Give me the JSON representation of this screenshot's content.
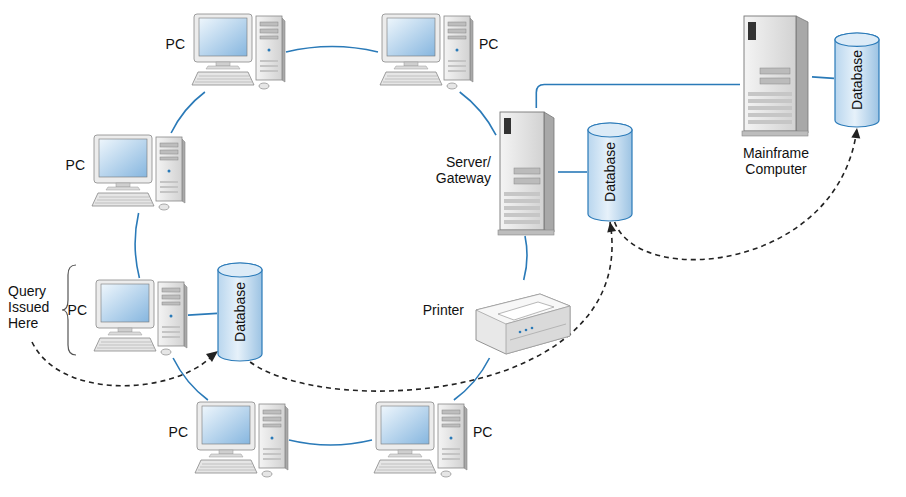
{
  "diagram": {
    "nodes": [
      {
        "text": [
          "PC"
        ]
      },
      {
        "text": [
          "PC"
        ]
      },
      {
        "text": [
          "PC"
        ]
      },
      {
        "text": [
          "PC"
        ]
      },
      {
        "text": [
          "PC"
        ]
      },
      {
        "text": [
          "PC"
        ]
      },
      {
        "text": [
          "Database"
        ]
      },
      {
        "text": [
          "Server/ Gateway"
        ]
      },
      {
        "text": [
          "Database"
        ]
      },
      {
        "text": [
          "Printer"
        ]
      },
      {
        "text": [
          "Mainframe Computer"
        ]
      },
      {
        "text": [
          "Database"
        ]
      }
    ],
    "edges": [
      {
        "from": 0,
        "to": 1,
        "arrow": "none"
      },
      {
        "from": 1,
        "to": 7,
        "arrow": "none"
      },
      {
        "from": 7,
        "to": 9,
        "arrow": "none"
      },
      {
        "from": 9,
        "to": 5,
        "arrow": "none"
      },
      {
        "from": 5,
        "to": 4,
        "arrow": "none"
      },
      {
        "from": 4,
        "to": 3,
        "arrow": "none"
      },
      {
        "from": 3,
        "to": 2,
        "arrow": "none"
      },
      {
        "from": 2,
        "to": 0,
        "arrow": "none"
      },
      {
        "from": 3,
        "to": 6,
        "arrow": "none"
      },
      {
        "from": 7,
        "to": 8,
        "arrow": "none"
      },
      {
        "from": 7,
        "to": 10,
        "arrow": "none"
      },
      {
        "from": 10,
        "to": 11,
        "arrow": "none"
      },
      {
        "from": 6,
        "to": 8,
        "arrow": "to"
      },
      {
        "from": 8,
        "to": 11,
        "arrow": "to"
      }
    ],
    "labels": [
      "Query Issued Here"
    ]
  }
}
